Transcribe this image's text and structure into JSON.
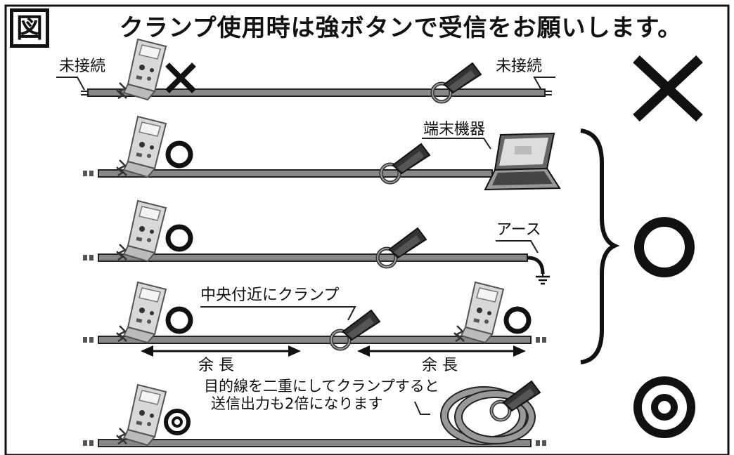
{
  "figure_label": "図",
  "title": "クランプ使用時は強ボタンで受信をお願いします。",
  "rows": [
    {
      "left_label": "未接続",
      "right_label": "未接続",
      "verdict": "bad"
    },
    {
      "right_label": "端末機器",
      "verdict": "good"
    },
    {
      "right_label": "アース",
      "verdict": "good"
    },
    {
      "center_label": "中央付近にクランプ",
      "span_label_left": "余 長",
      "span_label_right": "余 長",
      "verdict": "good"
    },
    {
      "note_line1": "目的線を二重にしてクランプすると",
      "note_line2": "送信出力も2倍になります",
      "verdict": "excellent"
    }
  ],
  "summary_marks": [
    "×",
    "○",
    "◎"
  ],
  "colors": {
    "ink": "#111111",
    "wire": "#888888",
    "device": "#d8d8d8",
    "background": "#ffffff"
  }
}
